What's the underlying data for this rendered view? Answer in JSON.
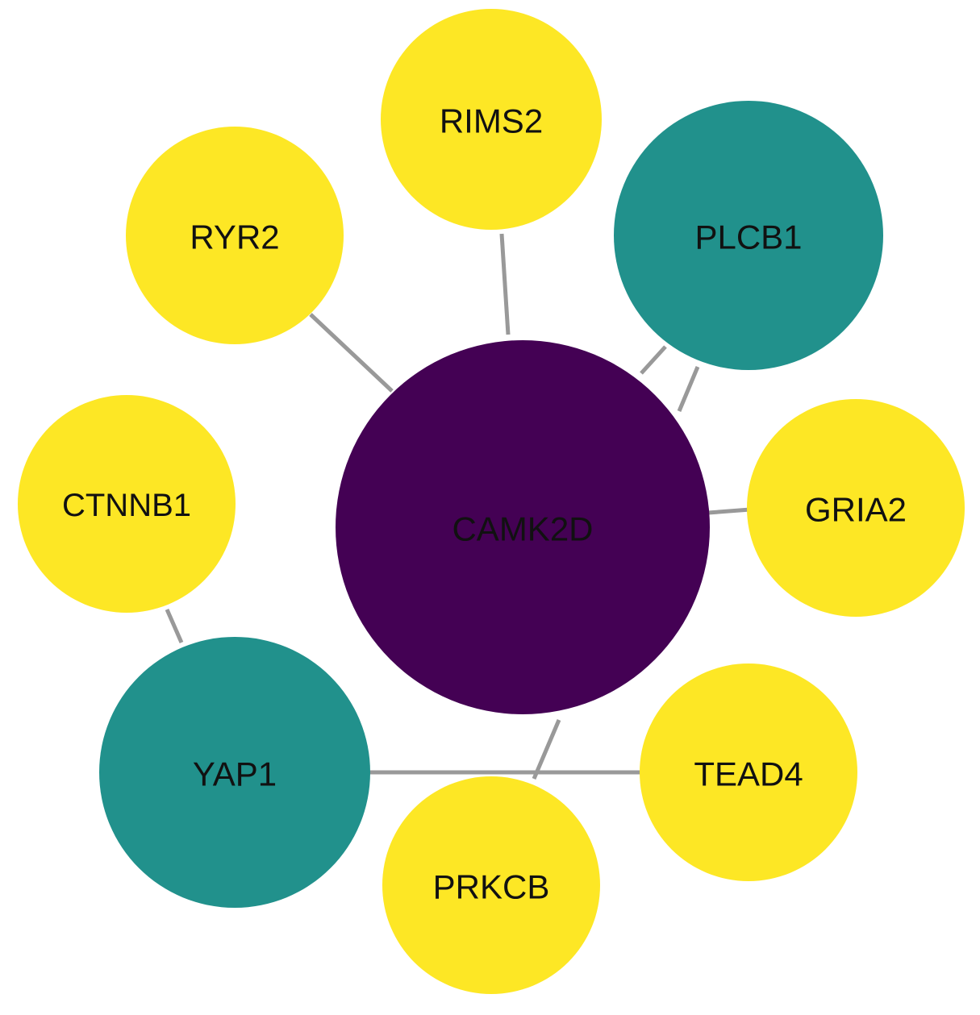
{
  "colors": {
    "hub": "#440154",
    "mid": "#21918c",
    "low": "#fde725",
    "edge": "#999999"
  },
  "nodes": [
    {
      "id": "camk2d",
      "label": "CAMK2D",
      "level": "hub"
    },
    {
      "id": "rims2",
      "label": "RIMS2",
      "level": "low"
    },
    {
      "id": "plcb1",
      "label": "PLCB1",
      "level": "mid"
    },
    {
      "id": "ryr2",
      "label": "RYR2",
      "level": "low"
    },
    {
      "id": "ctnnb1",
      "label": "CTNNB1",
      "level": "low"
    },
    {
      "id": "gria2",
      "label": "GRIA2",
      "level": "low"
    },
    {
      "id": "yap1",
      "label": "YAP1",
      "level": "mid"
    },
    {
      "id": "tead4",
      "label": "TEAD4",
      "level": "low"
    },
    {
      "id": "prkcb",
      "label": "PRKCB",
      "level": "low"
    }
  ],
  "edges": [
    {
      "source": "camk2d",
      "target": "rims2"
    },
    {
      "source": "camk2d",
      "target": "ryr2"
    },
    {
      "source": "camk2d",
      "target": "plcb1"
    },
    {
      "source": "camk2d",
      "target": "plcb1"
    },
    {
      "source": "camk2d",
      "target": "gria2"
    },
    {
      "source": "camk2d",
      "target": "prkcb"
    },
    {
      "source": "ctnnb1",
      "target": "yap1"
    },
    {
      "source": "yap1",
      "target": "tead4"
    }
  ]
}
